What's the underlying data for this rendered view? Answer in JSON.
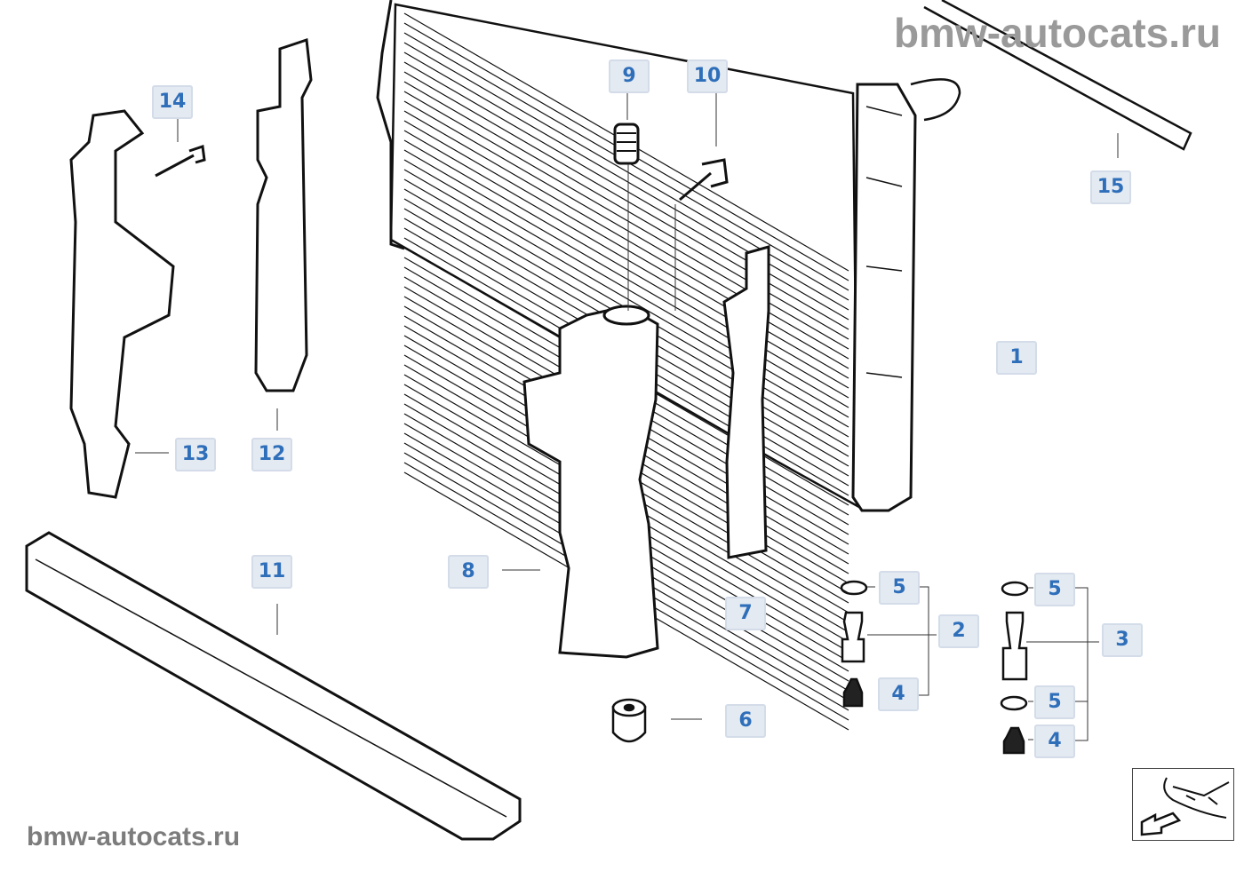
{
  "watermark": "bmw-autocats.ru",
  "callouts": [
    {
      "id": "c1",
      "number": "1"
    },
    {
      "id": "c2",
      "number": "2"
    },
    {
      "id": "c3",
      "number": "3"
    },
    {
      "id": "c4a",
      "number": "4"
    },
    {
      "id": "c4b",
      "number": "4"
    },
    {
      "id": "c5a",
      "number": "5"
    },
    {
      "id": "c5b",
      "number": "5"
    },
    {
      "id": "c5c",
      "number": "5"
    },
    {
      "id": "c6",
      "number": "6"
    },
    {
      "id": "c7",
      "number": "7"
    },
    {
      "id": "c8",
      "number": "8"
    },
    {
      "id": "c9",
      "number": "9"
    },
    {
      "id": "c10",
      "number": "10"
    },
    {
      "id": "c11",
      "number": "11"
    },
    {
      "id": "c12",
      "number": "12"
    },
    {
      "id": "c13",
      "number": "13"
    },
    {
      "id": "c14",
      "number": "14"
    },
    {
      "id": "c15",
      "number": "15"
    }
  ],
  "colors": {
    "label_text": "#2f6fba",
    "label_bg": "#e4eaf2",
    "line": "#111111"
  }
}
